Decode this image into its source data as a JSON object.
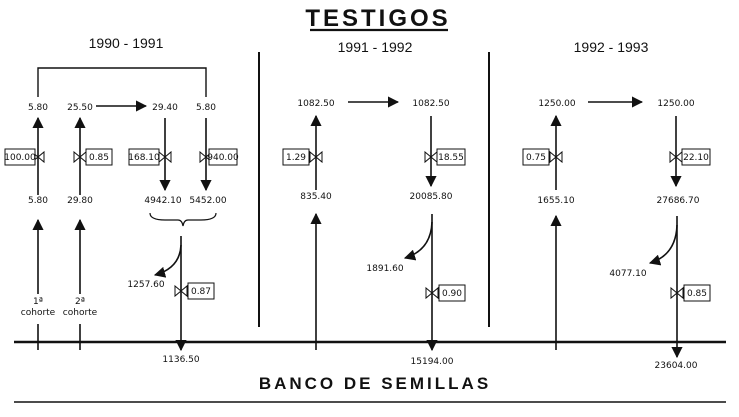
{
  "title": "TESTIGOS",
  "footer": "BANCO DE SEMILLAS",
  "periods": [
    "1990 - 1991",
    "1991 - 1992",
    "1992 - 1993"
  ],
  "cohorts": {
    "first_num": "1ª",
    "first_word": "cohorte",
    "second_num": "2ª",
    "second_word": "cohorte"
  },
  "p1": {
    "top": [
      "5.80",
      "25.50",
      "29.40",
      "5.80"
    ],
    "rates": [
      "100.00",
      "0.85",
      "168.10",
      "940.00"
    ],
    "mid": [
      "5.80",
      "29.80",
      "4942.10",
      "5452.00"
    ],
    "side": "1257.60",
    "bank_rate": "0.87",
    "bank": "1136.50"
  },
  "p2": {
    "top": [
      "1082.50",
      "1082.50"
    ],
    "rates": [
      "1.29",
      "18.55"
    ],
    "mid": [
      "835.40",
      "20085.80"
    ],
    "side": "1891.60",
    "bank_rate": "0.90",
    "bank": "15194.00"
  },
  "p3": {
    "top": [
      "1250.00",
      "1250.00"
    ],
    "rates": [
      "0.75",
      "22.10"
    ],
    "mid": [
      "1655.10",
      "27686.70"
    ],
    "side": "4077.10",
    "bank_rate": "0.85",
    "bank": "23604.00"
  }
}
